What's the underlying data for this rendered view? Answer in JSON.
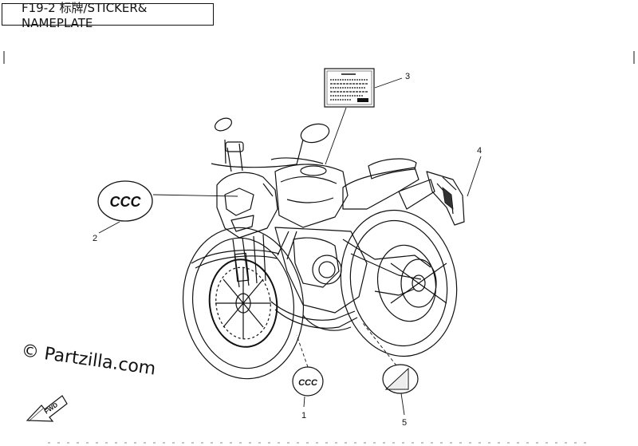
{
  "diagram": {
    "title": "F19-2 标牌/STICKER& NAMEPLATE",
    "callouts": [
      {
        "number": "1",
        "part": "ccc-sticker-lower"
      },
      {
        "number": "2",
        "part": "ccc-sticker-headlight"
      },
      {
        "number": "3",
        "part": "warning-label"
      },
      {
        "number": "4",
        "part": "rear-fender-sticker"
      },
      {
        "number": "5",
        "part": "reflector-sticker"
      }
    ],
    "ccc_label": "CCC",
    "fwd_label": "FWD",
    "watermark": "© Partzilla.com"
  },
  "colors": {
    "ink": "#111111",
    "background": "#ffffff"
  }
}
